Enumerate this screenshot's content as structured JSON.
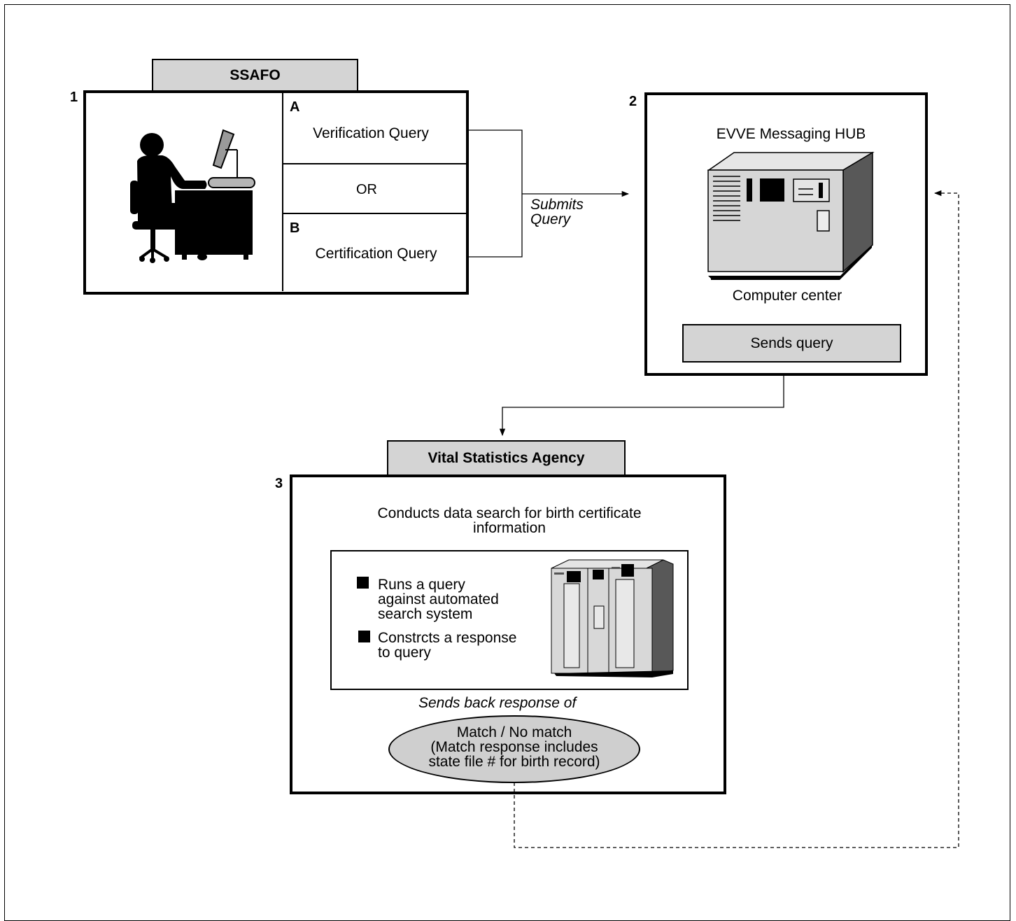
{
  "step1": {
    "number": "1",
    "tab": "SSAFO",
    "option_a_letter": "A",
    "option_a": "Verification Query",
    "or": "OR",
    "option_b_letter": "B",
    "option_b": "Certification Query"
  },
  "arrow1": {
    "line1": "Submits",
    "line2": "Query"
  },
  "step2": {
    "number": "2",
    "title": "EVVE Messaging HUB",
    "caption": "Computer center",
    "button": "Sends query"
  },
  "step3": {
    "number": "3",
    "tab": "Vital Statistics Agency",
    "title_line1": "Conducts data search for birth certificate",
    "title_line2": "information",
    "bullet1_line1": "Runs a query",
    "bullet1_line2": "against automated",
    "bullet1_line3": "search system",
    "bullet2_line1": "Constrcts a response",
    "bullet2_line2": "to query",
    "sends_back": "Sends back response of",
    "result_line1": "Match / No match",
    "result_line2": "(Match response includes",
    "result_line3": "state file # for birth record)"
  },
  "icons": [
    "person-at-desk-icon",
    "computer-terminal-icon",
    "mainframe-computer-icon",
    "mainframe-cabinet-icon"
  ]
}
